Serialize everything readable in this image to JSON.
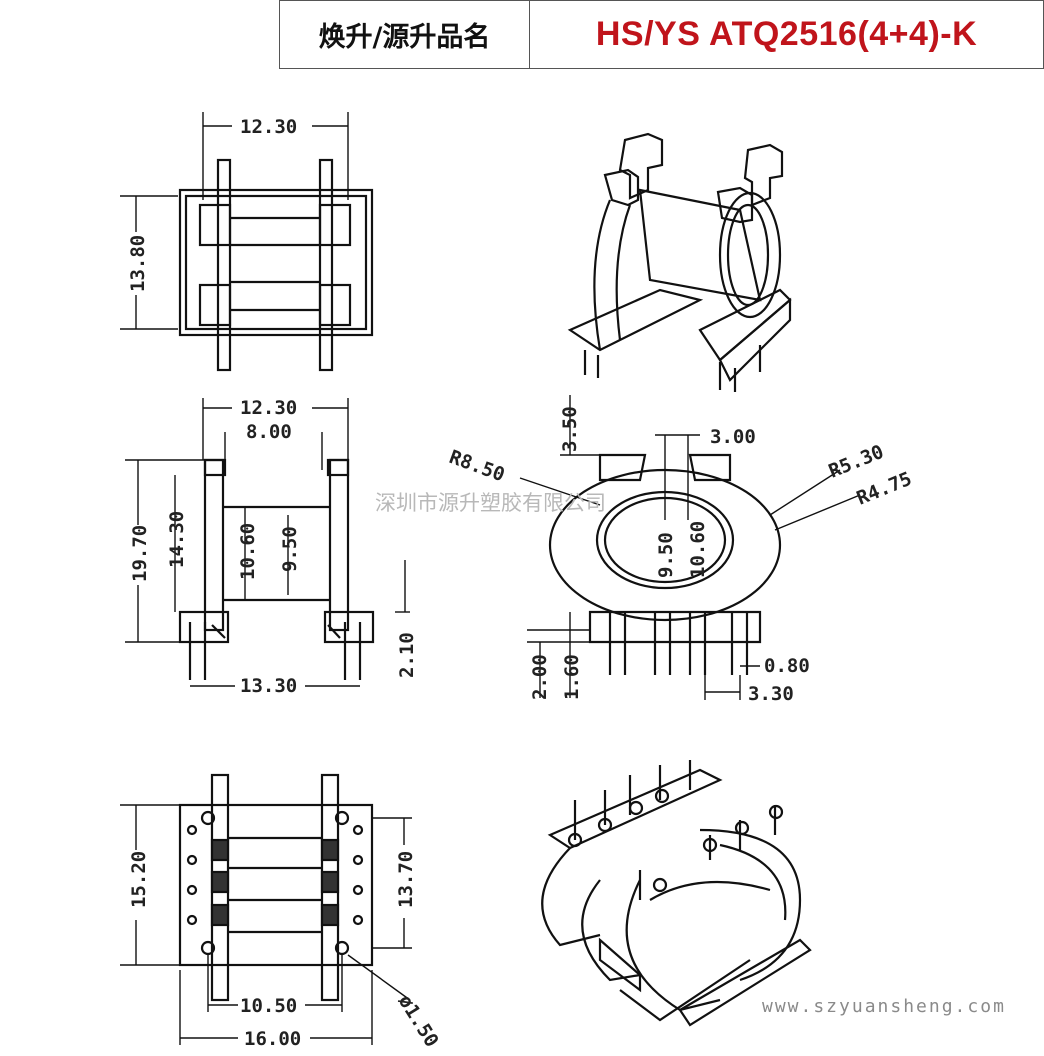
{
  "header": {
    "label": "焕升/源升品名",
    "value": "HS/YS ATQ2516(4+4)-K"
  },
  "dims": {
    "top_width": "12.30",
    "top_height": "13.80",
    "mid_width": "12.30",
    "mid_inner": "8.00",
    "mid_height": "19.70",
    "mid_height2": "14.30",
    "mid_in1": "10.60",
    "mid_in2": "9.50",
    "mid_base": "13.30",
    "mid_pin": "2.10",
    "side_top": "3.50",
    "side_slot": "3.00",
    "r1": "R8.50",
    "r2": "R5.30",
    "r3": "R4.75",
    "side_in1": "9.50",
    "side_in2": "10.60",
    "side_a": "2.00",
    "side_b": "1.60",
    "pin_w": "0.80",
    "pitch": "3.30",
    "bot_h1": "15.20",
    "bot_h2": "13.70",
    "bot_w1": "10.50",
    "bot_w2": "16.00",
    "hole": "ø1.50"
  },
  "watermark": "深圳市源升塑胶有限公司",
  "url": "www.szyuansheng.com",
  "colors": {
    "title_red": "#c0141b",
    "line": "#111111"
  }
}
